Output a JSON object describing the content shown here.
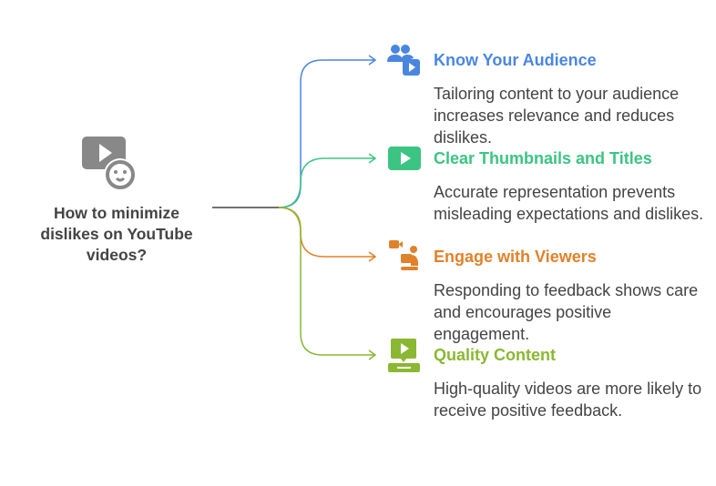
{
  "title": "How to minimize dislikes on YouTube videos?",
  "items": [
    {
      "heading": "Know Your Audience",
      "description": "Tailoring content to your audience increases relevance and reduces dislikes.",
      "color": "#4a86e0",
      "icon": "audience-video-icon"
    },
    {
      "heading": "Clear Thumbnails and Titles",
      "description": "Accurate representation prevents misleading expectations and dislikes.",
      "color": "#3cc483",
      "icon": "play-button-icon"
    },
    {
      "heading": "Engage with Viewers",
      "description": "Responding to feedback shows care and encourages positive engagement.",
      "color": "#e0822a",
      "icon": "viewer-engagement-icon"
    },
    {
      "heading": "Quality Content",
      "description": "High-quality videos are more likely to receive positive feedback.",
      "color": "#8ab832",
      "icon": "video-screen-icon"
    }
  ]
}
